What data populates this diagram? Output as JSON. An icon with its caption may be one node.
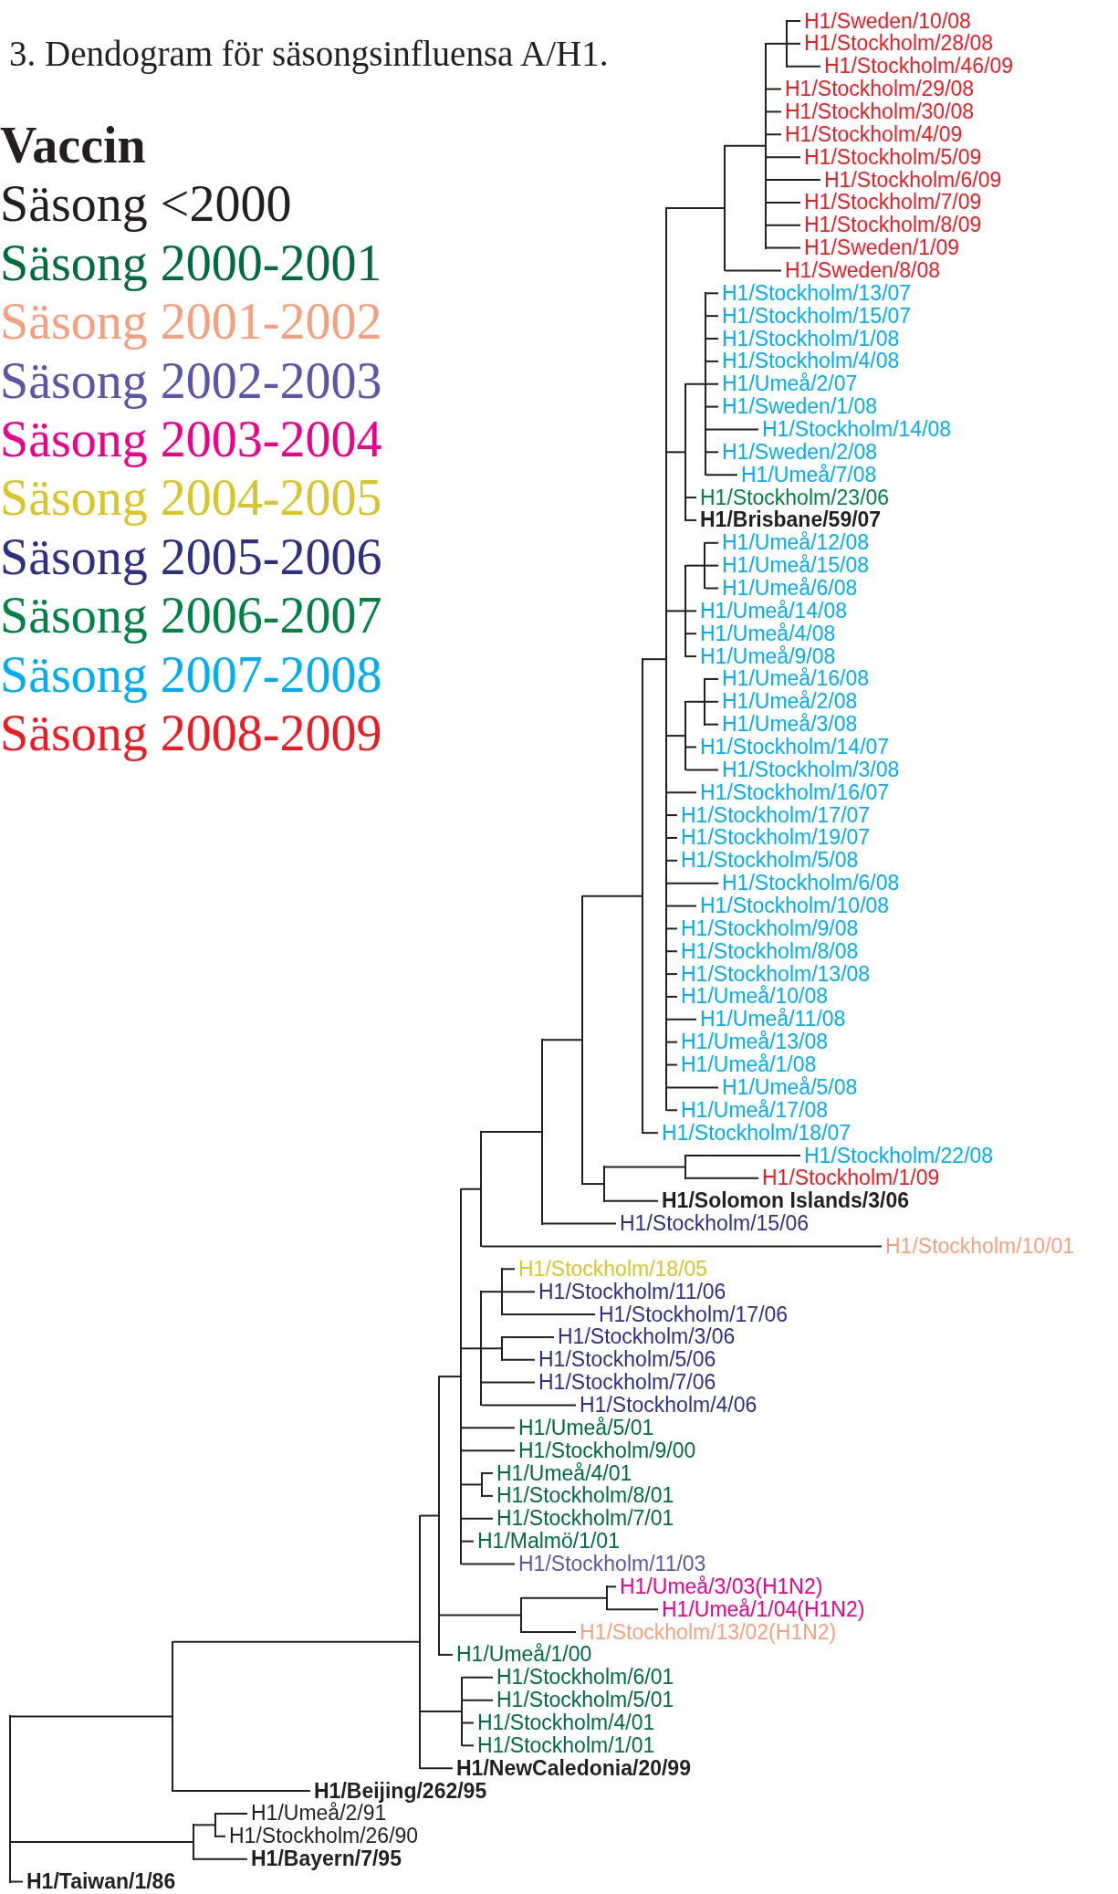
{
  "diagram": {
    "title": "3. Dendogram för säsongsinfluensa A/H1.",
    "nodes": [
      {
        "text": [
          "H1/Sweden/10/08"
        ]
      },
      {
        "text": [
          "H1/Stockholm/28/08"
        ]
      },
      {
        "text": [
          "H1/Stockholm/46/09"
        ]
      },
      {
        "text": [
          "H1/Stockholm/29/08"
        ]
      },
      {
        "text": [
          "H1/Stockholm/30/08"
        ]
      },
      {
        "text": [
          "H1/Stockholm/4/09"
        ]
      },
      {
        "text": [
          "H1/Stockholm/5/09"
        ]
      },
      {
        "text": [
          "H1/Stockholm/6/09"
        ]
      },
      {
        "text": [
          "H1/Stockholm/7/09"
        ]
      },
      {
        "text": [
          "H1/Stockholm/8/09"
        ]
      },
      {
        "text": [
          "H1/Sweden/1/09"
        ]
      },
      {
        "text": [
          "H1/Sweden/8/08"
        ]
      },
      {
        "text": [
          "H1/Stockholm/13/07"
        ]
      },
      {
        "text": [
          "H1/Stockholm/15/07"
        ]
      },
      {
        "text": [
          "H1/Stockholm/1/08"
        ]
      },
      {
        "text": [
          "H1/Stockholm/4/08"
        ]
      },
      {
        "text": [
          "H1/Umeå/2/07"
        ]
      },
      {
        "text": [
          "H1/Sweden/1/08"
        ]
      },
      {
        "text": [
          "H1/Stockholm/14/08"
        ]
      },
      {
        "text": [
          "H1/Sweden/2/08"
        ]
      },
      {
        "text": [
          "H1/Umeå/7/08"
        ]
      },
      {
        "text": [
          "H1/Stockholm/23/06"
        ]
      },
      {
        "text": [
          "H1/Brisbane/59/07"
        ]
      },
      {
        "text": [
          "H1/Umeå/12/08"
        ]
      },
      {
        "text": [
          "H1/Umeå/15/08"
        ]
      },
      {
        "text": [
          "H1/Umeå/6/08"
        ]
      },
      {
        "text": [
          "H1/Umeå/14/08"
        ]
      },
      {
        "text": [
          "H1/Umeå/4/08"
        ]
      },
      {
        "text": [
          "H1/Umeå/9/08"
        ]
      },
      {
        "text": [
          "H1/Umeå/16/08"
        ]
      },
      {
        "text": [
          "H1/Umeå/2/08"
        ]
      },
      {
        "text": [
          "H1/Umeå/3/08"
        ]
      },
      {
        "text": [
          "H1/Stockholm/14/07"
        ]
      },
      {
        "text": [
          "H1/Stockholm/3/08"
        ]
      },
      {
        "text": [
          "H1/Stockholm/16/07"
        ]
      },
      {
        "text": [
          "H1/Stockholm/17/07"
        ]
      },
      {
        "text": [
          "H1/Stockholm/19/07"
        ]
      },
      {
        "text": [
          "H1/Stockholm/5/08"
        ]
      },
      {
        "text": [
          "H1/Stockholm/6/08"
        ]
      },
      {
        "text": [
          "H1/Stockholm/10/08"
        ]
      },
      {
        "text": [
          "H1/Stockholm/9/08"
        ]
      },
      {
        "text": [
          "H1/Stockholm/8/08"
        ]
      },
      {
        "text": [
          "H1/Stockholm/13/08"
        ]
      },
      {
        "text": [
          "H1/Umeå/10/08"
        ]
      },
      {
        "text": [
          "H1/Umeå/11/08"
        ]
      },
      {
        "text": [
          "H1/Umeå/13/08"
        ]
      },
      {
        "text": [
          "H1/Umeå/1/08"
        ]
      },
      {
        "text": [
          "H1/Umeå/5/08"
        ]
      },
      {
        "text": [
          "H1/Umeå/17/08"
        ]
      },
      {
        "text": [
          "H1/Stockholm/18/07"
        ]
      },
      {
        "text": [
          "H1/Stockholm/22/08"
        ]
      },
      {
        "text": [
          "H1/Stockholm/1/09"
        ]
      },
      {
        "text": [
          "H1/Solomon Islands/3/06"
        ]
      },
      {
        "text": [
          "H1/Stockholm/15/06"
        ]
      },
      {
        "text": [
          "H1/Stockholm/10/01"
        ]
      },
      {
        "text": [
          "H1/Stockholm/18/05"
        ]
      },
      {
        "text": [
          "H1/Stockholm/11/06"
        ]
      },
      {
        "text": [
          "H1/Stockholm/17/06"
        ]
      },
      {
        "text": [
          "H1/Stockholm/3/06"
        ]
      },
      {
        "text": [
          "H1/Stockholm/5/06"
        ]
      },
      {
        "text": [
          "H1/Stockholm/7/06"
        ]
      },
      {
        "text": [
          "H1/Stockholm/4/06"
        ]
      },
      {
        "text": [
          "H1/Umeå/5/01"
        ]
      },
      {
        "text": [
          "H1/Stockholm/9/00"
        ]
      },
      {
        "text": [
          "H1/Umeå/4/01"
        ]
      },
      {
        "text": [
          "H1/Stockholm/8/01"
        ]
      },
      {
        "text": [
          "H1/Stockholm/7/01"
        ]
      },
      {
        "text": [
          "H1/Malmö/1/01"
        ]
      },
      {
        "text": [
          "H1/Stockholm/11/03"
        ]
      },
      {
        "text": [
          "H1/Umeå/3/03(H1N2)"
        ]
      },
      {
        "text": [
          "H1/Umeå/1/04(H1N2)"
        ]
      },
      {
        "text": [
          "H1/Stockholm/13/02(H1N2)"
        ]
      },
      {
        "text": [
          "H1/Umeå/1/00"
        ]
      },
      {
        "text": [
          "H1/Stockholm/6/01"
        ]
      },
      {
        "text": [
          "H1/Stockholm/5/01"
        ]
      },
      {
        "text": [
          "H1/Stockholm/4/01"
        ]
      },
      {
        "text": [
          "H1/Stockholm/1/01"
        ]
      },
      {
        "text": [
          "H1/NewCaledonia/20/99"
        ]
      },
      {
        "text": [
          "H1/Beijing/262/95"
        ]
      },
      {
        "text": [
          "H1/Umeå/2/91"
        ]
      },
      {
        "text": [
          "H1/Stockholm/26/90"
        ]
      },
      {
        "text": [
          "H1/Bayern/7/95"
        ]
      },
      {
        "text": [
          "H1/Taiwan/1/86"
        ]
      },
      {
        "text": [],
        "shape": "bar"
      },
      {
        "text": [],
        "shape": "bar"
      },
      {
        "text": [],
        "shape": "bar"
      },
      {
        "text": [],
        "shape": "bar"
      },
      {
        "text": [],
        "shape": "bar"
      },
      {
        "text": [],
        "shape": "bar"
      },
      {
        "text": [],
        "shape": "bar"
      },
      {
        "text": [],
        "shape": "bar"
      },
      {
        "text": [],
        "shape": "bar"
      },
      {
        "text": [],
        "shape": "bar"
      },
      {
        "text": [],
        "shape": "bar"
      },
      {
        "text": [],
        "shape": "bar"
      },
      {
        "text": [],
        "shape": "bar"
      },
      {
        "text": [],
        "shape": "bar"
      },
      {
        "text": [],
        "shape": "bar"
      },
      {
        "text": [],
        "shape": "bar"
      },
      {
        "text": [],
        "shape": "bar"
      },
      {
        "text": [],
        "shape": "bar"
      },
      {
        "text": [],
        "shape": "bar"
      },
      {
        "text": [],
        "shape": "bar"
      },
      {
        "text": [],
        "shape": "bar"
      },
      {
        "text": [],
        "shape": "bar"
      },
      {
        "text": [],
        "shape": "bar"
      },
      {
        "text": [],
        "shape": "bar"
      },
      {
        "text": [],
        "shape": "bar"
      },
      {
        "text": [],
        "shape": "bar"
      },
      {
        "text": [],
        "shape": "bar"
      },
      {
        "text": [],
        "shape": "bar"
      },
      {
        "text": [],
        "shape": "bar"
      },
      {
        "text": [],
        "shape": "bar"
      }
    ],
    "edges": [
      {
        "from": 83,
        "to": 0,
        "arrow": "none"
      },
      {
        "from": 83,
        "to": 1,
        "arrow": "none"
      },
      {
        "from": 83,
        "to": 2,
        "arrow": "none"
      },
      {
        "from": 84,
        "to": 83,
        "arrow": "none"
      },
      {
        "from": 84,
        "to": 3,
        "arrow": "none"
      },
      {
        "from": 84,
        "to": 4,
        "arrow": "none"
      },
      {
        "from": 84,
        "to": 5,
        "arrow": "none"
      },
      {
        "from": 84,
        "to": 6,
        "arrow": "none"
      },
      {
        "from": 84,
        "to": 7,
        "arrow": "none"
      },
      {
        "from": 84,
        "to": 8,
        "arrow": "none"
      },
      {
        "from": 84,
        "to": 9,
        "arrow": "none"
      },
      {
        "from": 84,
        "to": 10,
        "arrow": "none"
      },
      {
        "from": 85,
        "to": 84,
        "arrow": "none"
      },
      {
        "from": 85,
        "to": 11,
        "arrow": "none"
      },
      {
        "from": 86,
        "to": 12,
        "arrow": "none"
      },
      {
        "from": 86,
        "to": 13,
        "arrow": "none"
      },
      {
        "from": 86,
        "to": 14,
        "arrow": "none"
      },
      {
        "from": 86,
        "to": 15,
        "arrow": "none"
      },
      {
        "from": 86,
        "to": 16,
        "arrow": "none"
      },
      {
        "from": 86,
        "to": 17,
        "arrow": "none"
      },
      {
        "from": 86,
        "to": 18,
        "arrow": "none"
      },
      {
        "from": 86,
        "to": 19,
        "arrow": "none"
      },
      {
        "from": 86,
        "to": 20,
        "arrow": "none"
      },
      {
        "from": 87,
        "to": 86,
        "arrow": "none"
      },
      {
        "from": 87,
        "to": 21,
        "arrow": "none"
      },
      {
        "from": 87,
        "to": 22,
        "arrow": "none"
      },
      {
        "from": 88,
        "to": 23,
        "arrow": "none"
      },
      {
        "from": 88,
        "to": 24,
        "arrow": "none"
      },
      {
        "from": 88,
        "to": 25,
        "arrow": "none"
      },
      {
        "from": 89,
        "to": 88,
        "arrow": "none"
      },
      {
        "from": 89,
        "to": 26,
        "arrow": "none"
      },
      {
        "from": 89,
        "to": 27,
        "arrow": "none"
      },
      {
        "from": 89,
        "to": 28,
        "arrow": "none"
      },
      {
        "from": 90,
        "to": 29,
        "arrow": "none"
      },
      {
        "from": 90,
        "to": 30,
        "arrow": "none"
      },
      {
        "from": 90,
        "to": 31,
        "arrow": "none"
      },
      {
        "from": 91,
        "to": 90,
        "arrow": "none"
      },
      {
        "from": 91,
        "to": 32,
        "arrow": "none"
      },
      {
        "from": 91,
        "to": 33,
        "arrow": "none"
      },
      {
        "from": 92,
        "to": 85,
        "arrow": "none"
      },
      {
        "from": 92,
        "to": 87,
        "arrow": "none"
      },
      {
        "from": 92,
        "to": 89,
        "arrow": "none"
      },
      {
        "from": 92,
        "to": 91,
        "arrow": "none"
      },
      {
        "from": 92,
        "to": 34,
        "arrow": "none"
      },
      {
        "from": 92,
        "to": 35,
        "arrow": "none"
      },
      {
        "from": 92,
        "to": 36,
        "arrow": "none"
      },
      {
        "from": 92,
        "to": 37,
        "arrow": "none"
      },
      {
        "from": 92,
        "to": 38,
        "arrow": "none"
      },
      {
        "from": 92,
        "to": 39,
        "arrow": "none"
      },
      {
        "from": 92,
        "to": 40,
        "arrow": "none"
      },
      {
        "from": 92,
        "to": 41,
        "arrow": "none"
      },
      {
        "from": 92,
        "to": 42,
        "arrow": "none"
      },
      {
        "from": 92,
        "to": 43,
        "arrow": "none"
      },
      {
        "from": 92,
        "to": 44,
        "arrow": "none"
      },
      {
        "from": 92,
        "to": 45,
        "arrow": "none"
      },
      {
        "from": 92,
        "to": 46,
        "arrow": "none"
      },
      {
        "from": 92,
        "to": 47,
        "arrow": "none"
      },
      {
        "from": 92,
        "to": 48,
        "arrow": "none"
      },
      {
        "from": 93,
        "to": 92,
        "arrow": "none"
      },
      {
        "from": 93,
        "to": 49,
        "arrow": "none"
      },
      {
        "from": 94,
        "to": 50,
        "arrow": "none"
      },
      {
        "from": 94,
        "to": 51,
        "arrow": "none"
      },
      {
        "from": 95,
        "to": 94,
        "arrow": "none"
      },
      {
        "from": 95,
        "to": 52,
        "arrow": "none"
      },
      {
        "from": 96,
        "to": 93,
        "arrow": "none"
      },
      {
        "from": 96,
        "to": 95,
        "arrow": "none"
      },
      {
        "from": 97,
        "to": 96,
        "arrow": "none"
      },
      {
        "from": 97,
        "to": 53,
        "arrow": "none"
      },
      {
        "from": 98,
        "to": 97,
        "arrow": "none"
      },
      {
        "from": 98,
        "to": 54,
        "arrow": "none"
      },
      {
        "from": 99,
        "to": 55,
        "arrow": "none"
      },
      {
        "from": 99,
        "to": 56,
        "arrow": "none"
      },
      {
        "from": 99,
        "to": 57,
        "arrow": "none"
      },
      {
        "from": 100,
        "to": 58,
        "arrow": "none"
      },
      {
        "from": 100,
        "to": 59,
        "arrow": "none"
      },
      {
        "from": 101,
        "to": 99,
        "arrow": "none"
      },
      {
        "from": 101,
        "to": 100,
        "arrow": "none"
      },
      {
        "from": 101,
        "to": 60,
        "arrow": "none"
      },
      {
        "from": 101,
        "to": 61,
        "arrow": "none"
      },
      {
        "from": 102,
        "to": 64,
        "arrow": "none"
      },
      {
        "from": 102,
        "to": 65,
        "arrow": "none"
      },
      {
        "from": 103,
        "to": 98,
        "arrow": "none"
      },
      {
        "from": 103,
        "to": 101,
        "arrow": "none"
      },
      {
        "from": 103,
        "to": 62,
        "arrow": "none"
      },
      {
        "from": 103,
        "to": 63,
        "arrow": "none"
      },
      {
        "from": 103,
        "to": 102,
        "arrow": "none"
      },
      {
        "from": 103,
        "to": 66,
        "arrow": "none"
      },
      {
        "from": 103,
        "to": 67,
        "arrow": "none"
      },
      {
        "from": 103,
        "to": 68,
        "arrow": "none"
      },
      {
        "from": 104,
        "to": 69,
        "arrow": "none"
      },
      {
        "from": 104,
        "to": 70,
        "arrow": "none"
      },
      {
        "from": 105,
        "to": 104,
        "arrow": "none"
      },
      {
        "from": 105,
        "to": 71,
        "arrow": "none"
      },
      {
        "from": 106,
        "to": 103,
        "arrow": "none"
      },
      {
        "from": 106,
        "to": 105,
        "arrow": "none"
      },
      {
        "from": 106,
        "to": 72,
        "arrow": "none"
      },
      {
        "from": 107,
        "to": 73,
        "arrow": "none"
      },
      {
        "from": 107,
        "to": 74,
        "arrow": "none"
      },
      {
        "from": 107,
        "to": 75,
        "arrow": "none"
      },
      {
        "from": 107,
        "to": 76,
        "arrow": "none"
      },
      {
        "from": 108,
        "to": 106,
        "arrow": "none"
      },
      {
        "from": 108,
        "to": 107,
        "arrow": "none"
      },
      {
        "from": 108,
        "to": 77,
        "arrow": "none"
      },
      {
        "from": 109,
        "to": 108,
        "arrow": "none"
      },
      {
        "from": 109,
        "to": 78,
        "arrow": "none"
      },
      {
        "from": 110,
        "to": 79,
        "arrow": "none"
      },
      {
        "from": 110,
        "to": 80,
        "arrow": "none"
      },
      {
        "from": 111,
        "to": 110,
        "arrow": "none"
      },
      {
        "from": 111,
        "to": 81,
        "arrow": "none"
      },
      {
        "from": 112,
        "to": 109,
        "arrow": "none"
      },
      {
        "from": 112,
        "to": 111,
        "arrow": "none"
      },
      {
        "from": 112,
        "to": 82,
        "arrow": "none"
      }
    ],
    "legend": [
      {
        "text": "Vaccin",
        "color": "#231f20"
      },
      {
        "text": "Säsong <2000",
        "color": "#231f20"
      },
      {
        "text": "Säsong 2000-2001",
        "color": "#006b3f"
      },
      {
        "text": "Säsong 2001-2002",
        "color": "#f4a07e"
      },
      {
        "text": "Säsong 2002-2003",
        "color": "#5b57a6"
      },
      {
        "text": "Säsong 2003-2004",
        "color": "#ec008c"
      },
      {
        "text": "Säsong 2004-2005",
        "color": "#d7c629"
      },
      {
        "text": "Säsong 2005-2006",
        "color": "#2e3180"
      },
      {
        "text": "Säsong 2006-2007",
        "color": "#008245"
      },
      {
        "text": "Säsong 2007-2008",
        "color": "#00aeef"
      },
      {
        "text": "Säsong 2008-2009",
        "color": "#ed1c24"
      }
    ]
  }
}
